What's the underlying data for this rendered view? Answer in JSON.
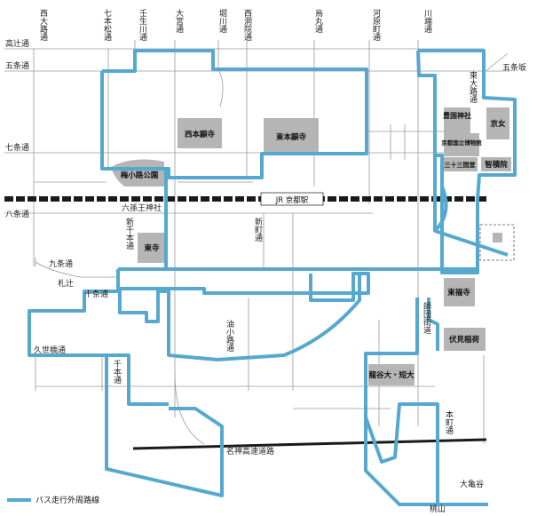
{
  "colors": {
    "street": "#9a9a9a",
    "route": "#56a8cf",
    "rail": "#1a1a1a",
    "place_fill": "#b5b5b5",
    "park_fill": "#b5b5b5"
  },
  "vertical_streets": [
    {
      "id": "nishi-oji",
      "label": "西大路通"
    },
    {
      "id": "shichihon-matsu",
      "label": "七本松通"
    },
    {
      "id": "mibu",
      "label": "壬生川通"
    },
    {
      "id": "omiya",
      "label": "大宮通"
    },
    {
      "id": "horikawa",
      "label": "堀川通"
    },
    {
      "id": "nishinotoin",
      "label": "西洞院通"
    },
    {
      "id": "karasuma",
      "label": "烏丸通"
    },
    {
      "id": "kawaramachi",
      "label": "河原町通"
    },
    {
      "id": "kawabata",
      "label": "川端通"
    }
  ],
  "horizontal_streets": [
    {
      "id": "kotsuji",
      "label": "高辻通"
    },
    {
      "id": "gojo",
      "label": "五条通"
    },
    {
      "id": "shichijo",
      "label": "七条通"
    },
    {
      "id": "hachijo",
      "label": "八条通"
    },
    {
      "id": "kujo",
      "label": "九条通"
    },
    {
      "id": "fudatsuji",
      "label": "札辻"
    },
    {
      "id": "jujo",
      "label": "十条通"
    },
    {
      "id": "kuzebashi",
      "label": "久世橋通"
    }
  ],
  "other_streets": {
    "gojozaka": "五条坂",
    "higashioji": "東大路通",
    "rokusonno": "六孫王神社",
    "shinsenbon": "新千本通",
    "shinmachi": "新町通",
    "aburanokoji": "油小路通",
    "senbon": "千本通",
    "shinagawa_street": "師団街道",
    "honmachi": "本町通",
    "meishin": "名神高速道路",
    "daikame": "大亀谷",
    "momoyama": "桃山"
  },
  "places": {
    "nishi_honganji": "西本願寺",
    "higashi_honganji": "東本願寺",
    "umekoji_park": "梅小路公園",
    "toji": "東寺",
    "toyokuni": "豊国神社",
    "museum": "京都国立博物館",
    "sanjusangendo": "三十三間堂",
    "kyojo": "京女",
    "chishakuin": "智積院",
    "tofukuji": "東福寺",
    "fushimi_inari": "伏見稲荷",
    "ryukoku": "龍谷大・短大"
  },
  "rail": {
    "label": "JR 京都駅"
  },
  "legend": {
    "label": "バス走行外周路線"
  }
}
